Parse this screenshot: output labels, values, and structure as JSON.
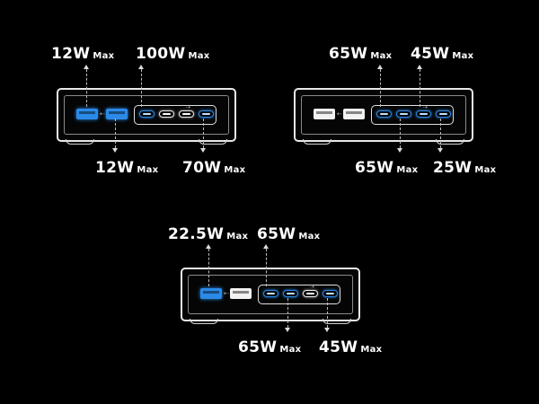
{
  "unit_suffix": "Max",
  "configs": [
    {
      "top_labels": [
        "12W",
        "100W"
      ],
      "bottom_labels": [
        "12W",
        "70W"
      ]
    },
    {
      "top_labels": [
        "65W",
        "45W"
      ],
      "bottom_labels": [
        "65W",
        "25W"
      ]
    },
    {
      "top_labels": [
        "22.5W",
        "65W"
      ],
      "bottom_labels": [
        "65W",
        "45W"
      ]
    }
  ],
  "colors": {
    "port_lit": "#2b8ae8",
    "outline": "#e8e8e8",
    "background": "#000000"
  },
  "icons": {
    "usb_a_symbol": "usb-icon",
    "usb_c_symbol": "usb-icon"
  }
}
